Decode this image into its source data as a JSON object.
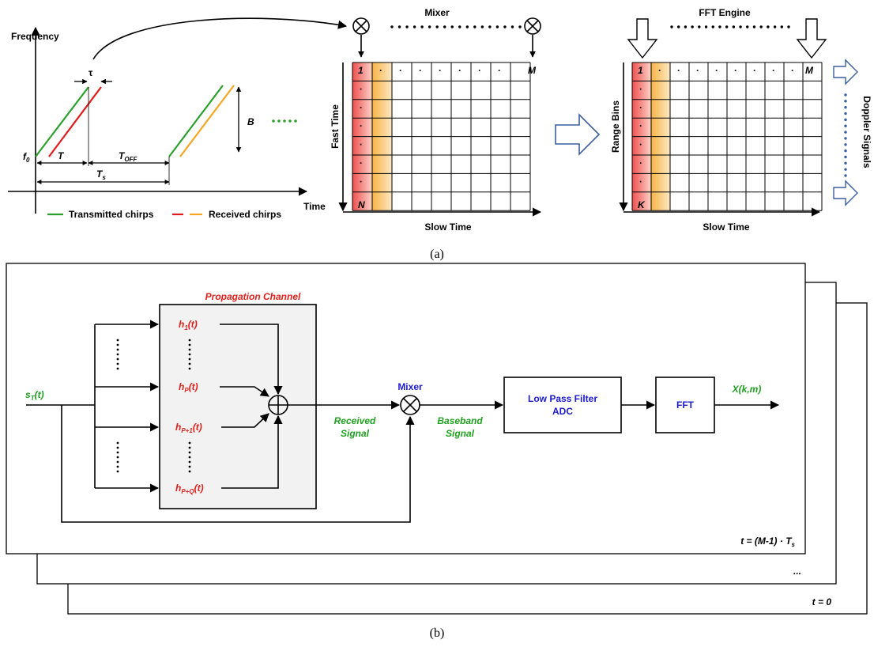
{
  "part_a": {
    "caption": "(a)",
    "chirp_plot": {
      "y_axis_label": "Frequency",
      "x_axis_label": "Time",
      "tau": "τ",
      "f0": "f",
      "f0_sub": "0",
      "T": "T",
      "T_off": "T",
      "T_off_sub": "OFF",
      "Ts": "T",
      "Ts_sub": "s",
      "B": "B",
      "legend_transmitted": "Transmitted chirps",
      "legend_received": "Received chirps",
      "colors": {
        "transmitted": "#2ca02c",
        "received_first": "#e31a1c",
        "received_later": "#f5a623"
      }
    },
    "mixer_matrix": {
      "title": "Mixer",
      "first_col_label": "1",
      "last_col_label": "M",
      "last_row_label": "N",
      "y_axis_label": "Fast Time",
      "x_axis_label": "Slow Time",
      "dot": "·"
    },
    "fft_matrix": {
      "title": "FFT Engine",
      "first_col_label": "1",
      "last_col_label": "M",
      "last_row_label": "K",
      "y_axis_label": "Range Bins",
      "x_axis_label": "Slow Time",
      "output_label": "Doppler Signals",
      "dot": "·"
    }
  },
  "part_b": {
    "caption": "(b)",
    "input_signal": "s",
    "input_signal_sub": "T",
    "input_signal_arg": "(t)",
    "channel_title": "Propagation Channel",
    "taps": [
      {
        "base": "h",
        "sub": "1",
        "arg": "(t)"
      },
      {
        "base": "h",
        "sub": "P",
        "arg": "(t)"
      },
      {
        "base": "h",
        "sub": "P+1",
        "arg": "(t)"
      },
      {
        "base": "h",
        "sub": "P+Q",
        "arg": "(t)"
      }
    ],
    "received_signal_line1": "Received",
    "received_signal_line2": "Signal",
    "mixer_label": "Mixer",
    "baseband_line1": "Baseband",
    "baseband_line2": "Signal",
    "lpf_line1": "Low Pass Filter",
    "lpf_line2": "ADC",
    "fft_label": "FFT",
    "output_label": "X(k,m)",
    "frame_front_label": "t = (M-1) · T",
    "frame_front_sub": "s",
    "frame_middle_label": "...",
    "frame_back_label": "t = 0"
  }
}
